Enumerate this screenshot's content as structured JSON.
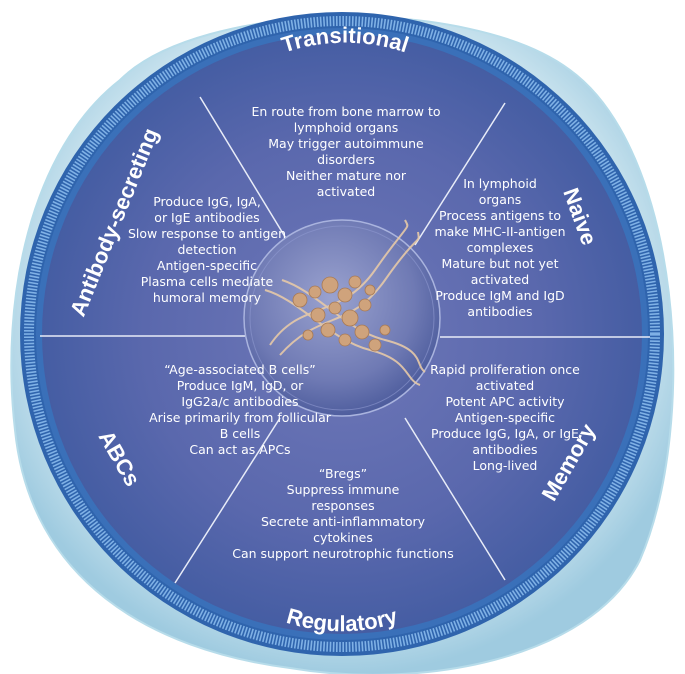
{
  "segments": [
    {
      "key": "transitional",
      "title": "Transitional",
      "lines": [
        "En route from bone marrow to",
        "lymphoid organs",
        "May trigger autoimmune",
        "disorders",
        "Neither mature nor",
        "activated"
      ]
    },
    {
      "key": "naive",
      "title": "Naive",
      "lines": [
        "In lymphoid",
        "organs",
        "Process antigens to",
        "make MHC-II-antigen",
        "complexes",
        "Mature but not yet",
        "activated",
        "Produce IgM and IgD",
        "antibodies"
      ]
    },
    {
      "key": "memory",
      "title": "Memory",
      "lines": [
        "Rapid proliferation once",
        "activated",
        "Potent APC activity",
        "Antigen-specific",
        "Produce IgG, IgA, or IgE",
        "antibodies",
        "Long-lived"
      ]
    },
    {
      "key": "regulatory",
      "title": "Regulatory",
      "lines": [
        "“Bregs”",
        "Suppress immune",
        "responses",
        "Secrete anti-inflammatory",
        "cytokines",
        "Can support neurotrophic functions"
      ]
    },
    {
      "key": "abcs",
      "title": "ABCs",
      "lines": [
        "“Age-associated B cells”",
        "Produce IgM, IgD, or",
        "IgG2a/c antibodies",
        "Arise primarily from follicular",
        "B cells",
        "Can act as APCs"
      ]
    },
    {
      "key": "antibody-secreting",
      "title": "Antibody-secreting",
      "lines": [
        "Produce IgG, IgA,",
        "or IgE antibodies",
        "Slow response to antigen",
        "detection",
        "Antigen-specific",
        "Plasma cells mediate",
        "humoral memory"
      ]
    }
  ],
  "colors": {
    "membrane": "#3f78c0",
    "disc": "#5a6cb0",
    "divider": "#e8ecf8",
    "text": "#ffffff",
    "nucleus": "#7d88bd",
    "dna": "#d4a882"
  }
}
